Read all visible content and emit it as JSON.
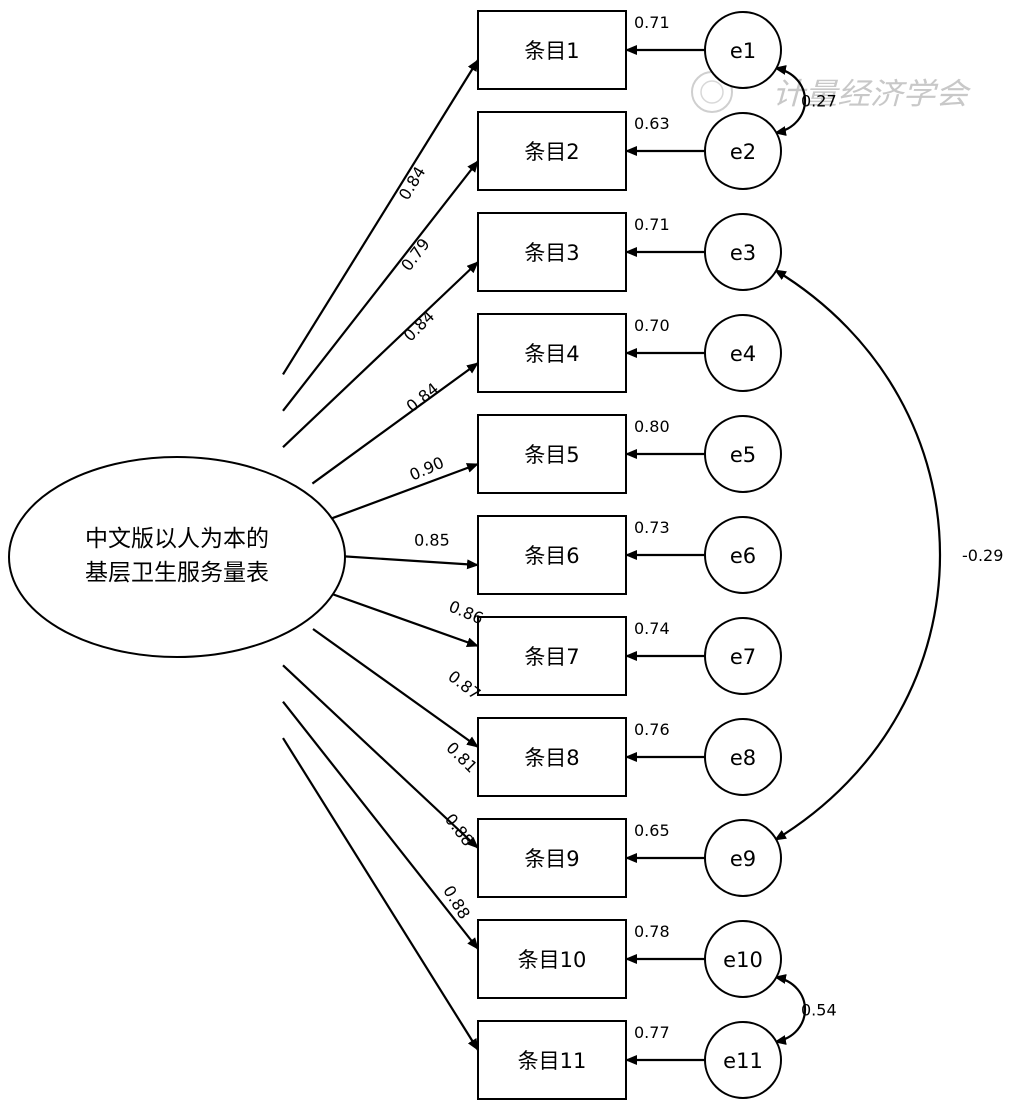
{
  "latent": {
    "lines": [
      "中文版以人为本的",
      "基层卫生服务量表"
    ]
  },
  "items": [
    {
      "label": "条目1",
      "loading": "0.84",
      "r2": "0.71",
      "error": "e1"
    },
    {
      "label": "条目2",
      "loading": "0.79",
      "r2": "0.63",
      "error": "e2"
    },
    {
      "label": "条目3",
      "loading": "0.84",
      "r2": "0.71",
      "error": "e3"
    },
    {
      "label": "条目4",
      "loading": "0.84",
      "r2": "0.70",
      "error": "e4"
    },
    {
      "label": "条目5",
      "loading": "0.90",
      "r2": "0.80",
      "error": "e5"
    },
    {
      "label": "条目6",
      "loading": "0.85",
      "r2": "0.73",
      "error": "e6"
    },
    {
      "label": "条目7",
      "loading": "0.86",
      "r2": "0.74",
      "error": "e7"
    },
    {
      "label": "条目8",
      "loading": "0.87",
      "r2": "0.76",
      "error": "e8"
    },
    {
      "label": "条目9",
      "loading": "0.81",
      "r2": "0.65",
      "error": "e9"
    },
    {
      "label": "条目10",
      "loading": "0.88",
      "r2": "0.78",
      "error": "e10"
    },
    {
      "label": "条目11",
      "loading": "0.88",
      "r2": "0.77",
      "error": "e11"
    }
  ],
  "covariances": [
    {
      "from": 0,
      "to": 1,
      "value": "0.27"
    },
    {
      "from": 2,
      "to": 8,
      "value": "-0.29"
    },
    {
      "from": 9,
      "to": 10,
      "value": "0.54"
    }
  ],
  "watermark": "计量经济学会"
}
